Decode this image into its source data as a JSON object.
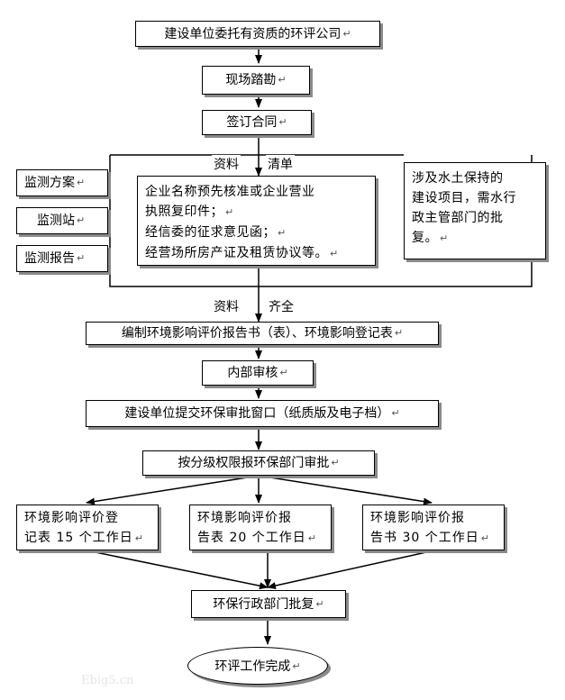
{
  "diagram": {
    "mark": "↵",
    "steps": {
      "commission": "建设单位委托有资质的环评公司",
      "survey": "现场踏勘",
      "contract": "签订合同",
      "compile": "编制环境影响评价报告书（表）、环境影响登记表",
      "internal_review": "内部审核",
      "submit": "建设单位提交环保审批窗口（纸质版及电子档）",
      "tiered_submit": "按分级权限报环保部门审批",
      "approval": "环保行政部门批复",
      "complete": "环评工作完成"
    },
    "monitoring": [
      "监测方案",
      "监测站",
      "监测报告"
    ],
    "materials_list": [
      "企业名称预先核准或企业营业",
      "执照复印件；",
      "经信委的征求意见函；",
      "经营场所房产证及租赁协议等。"
    ],
    "soil_water": [
      "涉及水土保持的",
      "建设项目，需水行",
      "政主管部门的批",
      "复。"
    ],
    "labels": {
      "materials_checklist_a": "资料",
      "materials_checklist_b": "清单",
      "materials_ready_a": "资料",
      "materials_ready_b": "齐全"
    },
    "durations": [
      [
        "环境影响评价登",
        "记表 15 个工作日"
      ],
      [
        "环境影响评价报",
        "告表 20 个工作日"
      ],
      [
        "环境影响评价报",
        "告书 30 个工作日"
      ]
    ],
    "watermark": "Ebig5.cn"
  }
}
